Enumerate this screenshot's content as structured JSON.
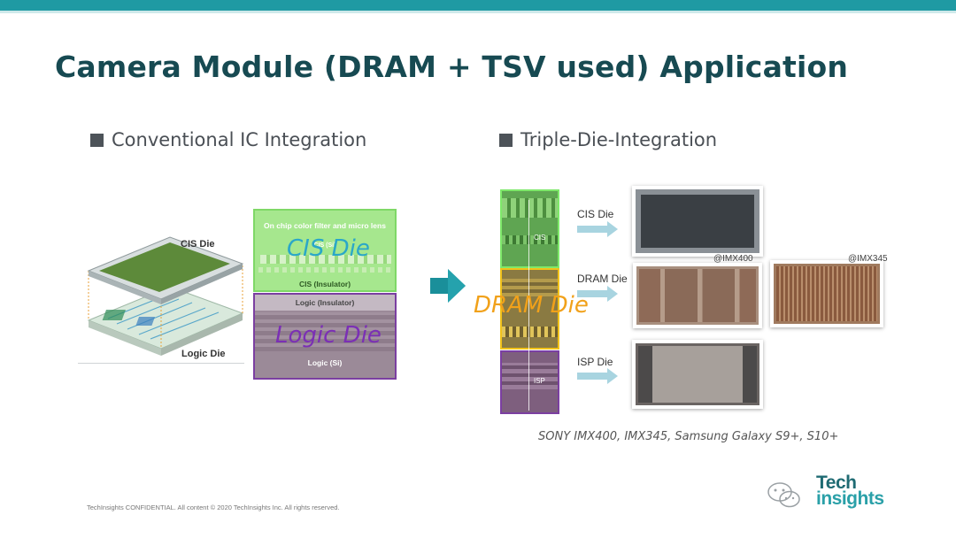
{
  "slide": {
    "title": "Camera Module (DRAM + TSV used) Application",
    "left_heading": "Conventional IC Integration",
    "right_heading": "Triple-Die-Integration"
  },
  "left": {
    "cis_die_label": "CIS Die",
    "logic_die_label": "Logic Die",
    "xs_color_filter": "On chip color filter and micro lens",
    "xs_cis_si": "CIS (Si)",
    "xs_cis_insulator": "CIS (Insulator)",
    "xs_logic_insulator": "Logic (Insulator)",
    "xs_logic_si": "Logic (Si)",
    "xs_cis_big": "CIS Die",
    "xs_logic_big": "Logic Die"
  },
  "right": {
    "stack_cis": "CIS",
    "stack_isp": "ISP",
    "dram_big": "DRAM Die",
    "cis_die": "CIS Die",
    "dram_die": "DRAM Die",
    "isp_die": "ISP Die",
    "imx400": "@IMX400",
    "imx345": "@IMX345",
    "caption": "SONY IMX400, IMX345, Samsung Galaxy S9+, S10+"
  },
  "footer": {
    "confidential": "TechInsights CONFIDENTIAL. All content © 2020 TechInsights Inc. All rights reserved."
  },
  "logo": {
    "line1": "Tech",
    "line2": "insights"
  },
  "colors": {
    "accent": "#1f9aa3",
    "title": "#174a52",
    "cis_green": "#7fd867",
    "dram_orange": "#f1a11a",
    "logic_purple": "#7b3fa1",
    "arrow_teal": "#1a8f9a"
  },
  "icons": [
    "wechat-icon",
    "right-arrow-icon"
  ]
}
